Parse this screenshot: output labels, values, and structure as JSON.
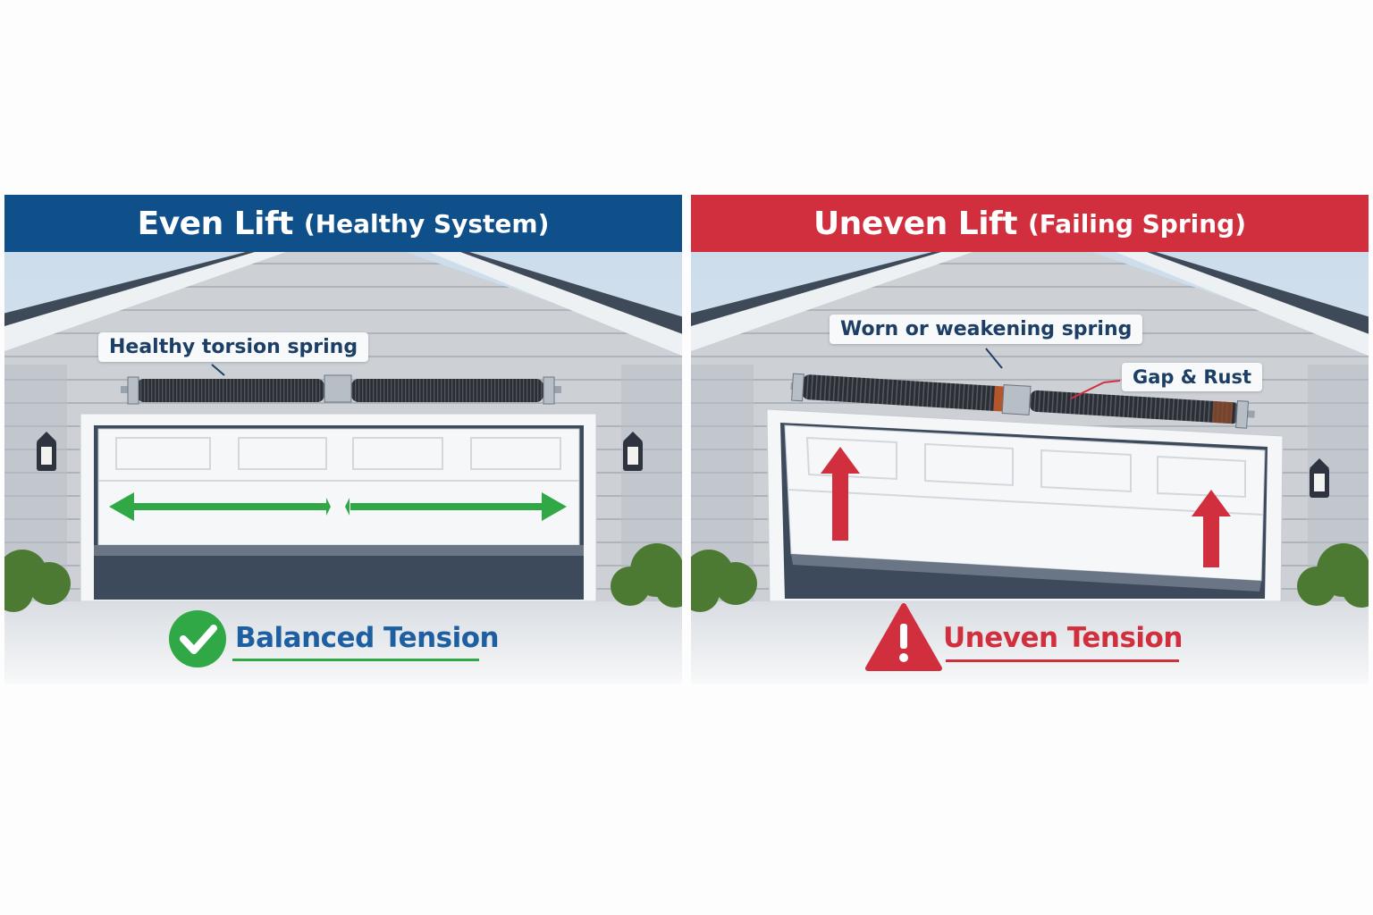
{
  "left_panel": {
    "title": "Even Lift",
    "subtitle": "(Healthy System)",
    "spring_label": "Healthy torsion spring",
    "verdict": "Balanced Tension",
    "verdict_icon": "check-circle-icon",
    "arrow_icon": "double-horizontal-arrow-icon",
    "header_color": "#0f4f8a",
    "accent_color": "#2fa845"
  },
  "right_panel": {
    "title": "Uneven Lift",
    "subtitle": "(Failing Spring)",
    "spring_label": "Worn or weakening spring",
    "defect_label": "Gap & Rust",
    "verdict": "Uneven Tension",
    "verdict_icon": "warning-triangle-icon",
    "arrow_icon": "up-arrow-icon",
    "header_color": "#d12f3e",
    "accent_color": "#d12f3e"
  }
}
